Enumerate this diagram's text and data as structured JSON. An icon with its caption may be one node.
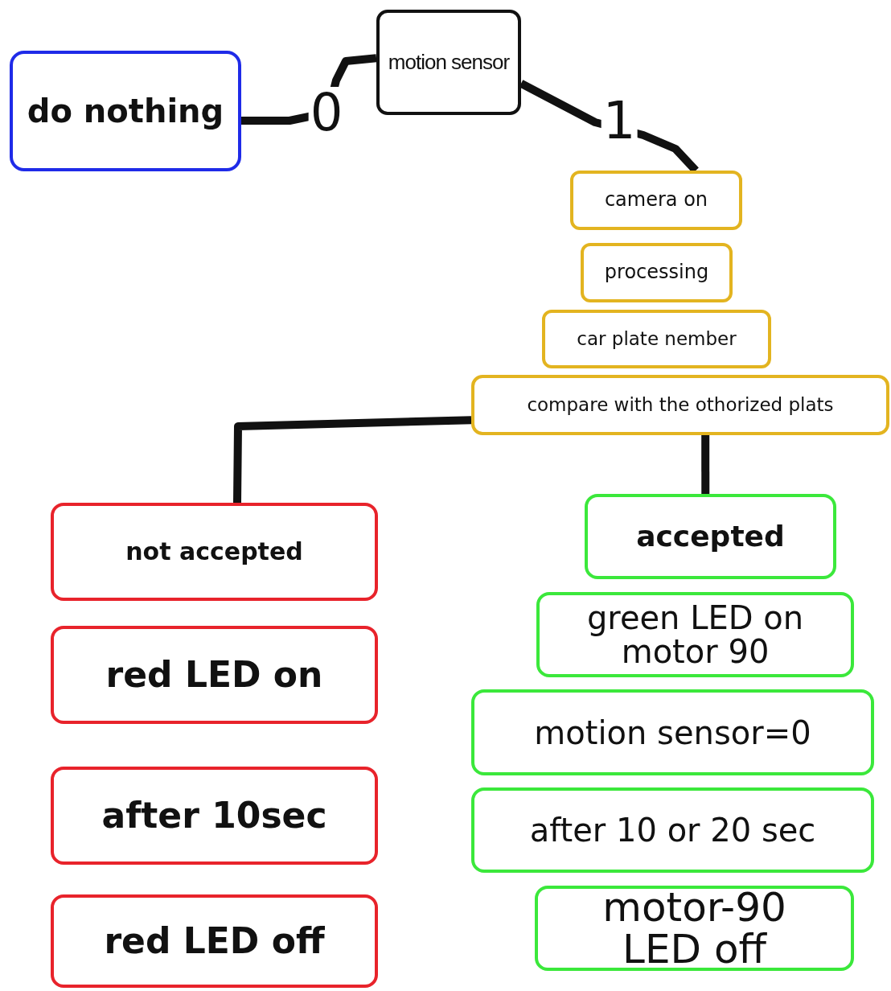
{
  "diagram": {
    "nodes": [
      {
        "text": [
          "motion sensor"
        ]
      },
      {
        "text": [
          "do nothing"
        ]
      },
      {
        "text": [
          "camera on"
        ]
      },
      {
        "text": [
          "processing"
        ]
      },
      {
        "text": [
          "car plate nember"
        ]
      },
      {
        "text": [
          "compare with the othorized plats"
        ]
      },
      {
        "text": [
          "not accepted"
        ]
      },
      {
        "text": [
          "red LED on"
        ]
      },
      {
        "text": [
          "after 10sec"
        ]
      },
      {
        "text": [
          "red LED off"
        ]
      },
      {
        "text": [
          "accepted"
        ]
      },
      {
        "text": [
          "green LED on motor 90"
        ]
      },
      {
        "text": [
          "motion sensor=0"
        ]
      },
      {
        "text": [
          "after 10 or 20 sec"
        ]
      },
      {
        "text": [
          "motor-90 LED off"
        ]
      }
    ],
    "edges": [
      {
        "from": 0,
        "to": 1,
        "arrow": "none",
        "label": "0"
      },
      {
        "from": 0,
        "to": 2,
        "arrow": "none",
        "label": "1"
      },
      {
        "from": 5,
        "to": 6,
        "arrow": "none"
      },
      {
        "from": 5,
        "to": 10,
        "arrow": "none"
      }
    ]
  }
}
